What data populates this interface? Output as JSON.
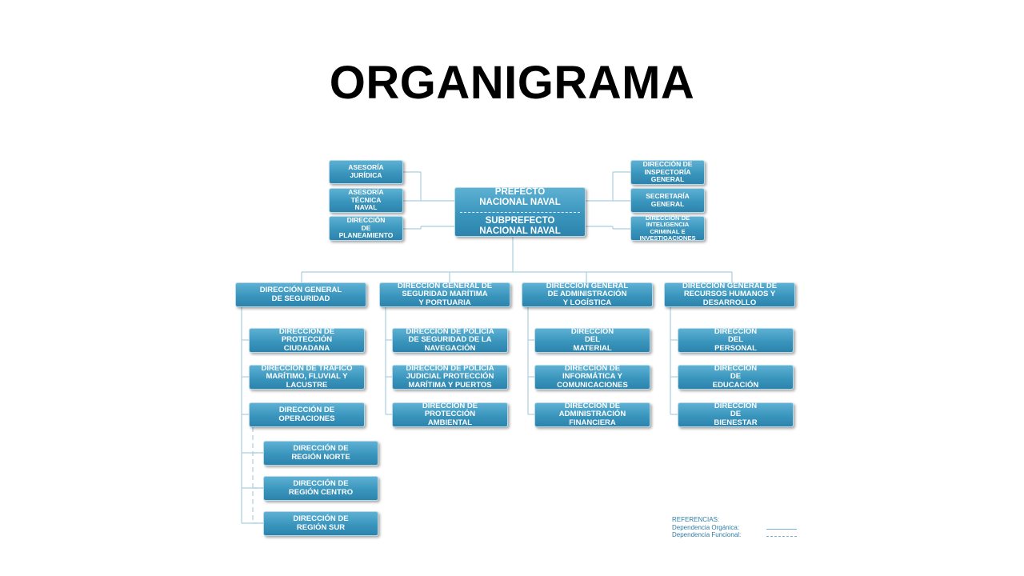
{
  "title": "ORGANIGRAMA",
  "root": {
    "top": "PREFECTO\nNACIONAL NAVAL",
    "bottom": "SUBPREFECTO\nNACIONAL NAVAL"
  },
  "left_staff": [
    "ASESORÍA\nJURÍDICA",
    "ASESORÍA\nTÉCNICA\nNAVAL",
    "DIRECCIÓN\nDE\nPLANEAMIENTO"
  ],
  "right_staff": [
    "DIRECCIÓN DE\nINSPECTORÍA\nGENERAL",
    "SECRETARÍA\nGENERAL",
    "DIRECCIÓN DE\nINTELIGENCIA\nCRIMINAL E\nINVESTIGACIONES"
  ],
  "general_directions": [
    {
      "label": "DIRECCIÓN GENERAL\nDE SEGURIDAD",
      "children": [
        "DIRECCIÓN DE\nPROTECCIÓN\nCIUDADANA",
        "DIRECCIÓN DE TRÁFICO\nMARÍTIMO, FLUVIAL Y\nLACUSTRE",
        "DIRECCIÓN DE\nOPERACIONES"
      ],
      "regions": [
        "DIRECCIÓN DE\nREGIÓN NORTE",
        "DIRECCIÓN DE\nREGIÓN CENTRO",
        "DIRECCIÓN DE\nREGIÓN SUR"
      ]
    },
    {
      "label": "DIRECCIÓN GENERAL DE\nSEGURIDAD MARÍTIMA\nY PORTUARIA",
      "children": [
        "DIRECCIÓN DE POLICÍA\nDE SEGURIDAD DE LA\nNAVEGACIÓN",
        "DIRECCIÓN DE POLICÍA\nJUDICIAL PROTECCIÓN\nMARÍTIMA Y PUERTOS",
        "DIRECCIÓN DE\nPROTECCIÓN\nAMBIENTAL"
      ]
    },
    {
      "label": "DIRECCIÓN GENERAL\nDE ADMINISTRACIÓN\nY LOGÍSTICA",
      "children": [
        "DIRECCIÓN\nDEL\nMATERIAL",
        "DIRECCIÓN DE\nINFORMÁTICA Y\nCOMUNICACIONES",
        "DIRECCIÓN DE\nADMINISTRACIÓN\nFINANCIERA"
      ]
    },
    {
      "label": "DIRECCIÓN GENERAL DE\nRECURSOS HUMANOS Y\nDESARROLLO",
      "children": [
        "DIRECCIÓN\nDEL\nPERSONAL",
        "DIRECCIÓN\nDE\nEDUCACIÓN",
        "DIRECCIÓN\nDE\nBIENESTAR"
      ]
    }
  ],
  "references": {
    "heading": "REFERENCIAS:",
    "organic": "Dependencia Orgánica:",
    "functional": "Dependencia Funcional:"
  }
}
